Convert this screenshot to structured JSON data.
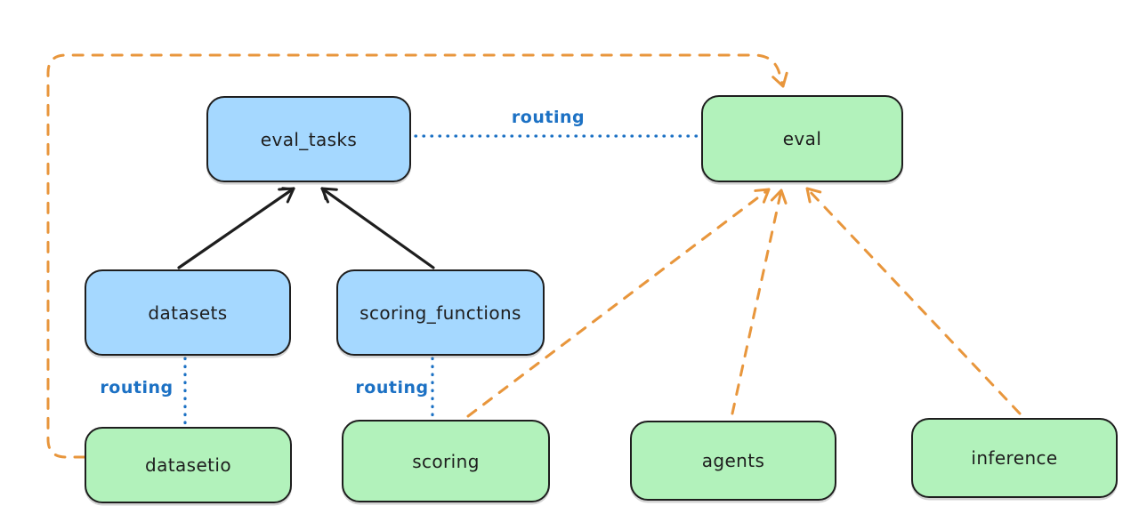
{
  "diagram": {
    "nodes": [
      {
        "id": "eval_tasks",
        "label": "eval_tasks",
        "kind": "resource",
        "fill": "#a5d8ff"
      },
      {
        "id": "eval",
        "label": "eval",
        "kind": "api",
        "fill": "#b2f2bb"
      },
      {
        "id": "datasets",
        "label": "datasets",
        "kind": "resource",
        "fill": "#a5d8ff"
      },
      {
        "id": "scoring_functions",
        "label": "scoring_functions",
        "kind": "resource",
        "fill": "#a5d8ff"
      },
      {
        "id": "datasetio",
        "label": "datasetio",
        "kind": "api",
        "fill": "#b2f2bb"
      },
      {
        "id": "scoring",
        "label": "scoring",
        "kind": "api",
        "fill": "#b2f2bb"
      },
      {
        "id": "agents",
        "label": "agents",
        "kind": "api",
        "fill": "#b2f2bb"
      },
      {
        "id": "inference",
        "label": "inference",
        "kind": "api",
        "fill": "#b2f2bb"
      }
    ],
    "edges": [
      {
        "from": "datasets",
        "to": "eval_tasks",
        "style": "solid-arrow",
        "color": "#1e1e1e",
        "label": ""
      },
      {
        "from": "scoring_functions",
        "to": "eval_tasks",
        "style": "solid-arrow",
        "color": "#1e1e1e",
        "label": ""
      },
      {
        "from": "eval_tasks",
        "to": "eval",
        "style": "dotted-line",
        "color": "#1c71c4",
        "label": "routing"
      },
      {
        "from": "datasets",
        "to": "datasetio",
        "style": "dotted-line",
        "color": "#1c71c4",
        "label": "routing"
      },
      {
        "from": "scoring_functions",
        "to": "scoring",
        "style": "dotted-line",
        "color": "#1c71c4",
        "label": "routing"
      },
      {
        "from": "datasetio",
        "to": "eval",
        "style": "dashed-arrow",
        "color": "#e8963c",
        "label": ""
      },
      {
        "from": "scoring",
        "to": "eval",
        "style": "dashed-arrow",
        "color": "#e8963c",
        "label": ""
      },
      {
        "from": "agents",
        "to": "eval",
        "style": "dashed-arrow",
        "color": "#e8963c",
        "label": ""
      },
      {
        "from": "inference",
        "to": "eval",
        "style": "dashed-arrow",
        "color": "#e8963c",
        "label": ""
      }
    ],
    "colors": {
      "background": "#ffffff",
      "node_stroke": "#1e1e1e",
      "blue_fill": "#a5d8ff",
      "green_fill": "#b2f2bb",
      "routing_blue": "#1c71c4",
      "dashed_orange": "#e8963c"
    }
  }
}
